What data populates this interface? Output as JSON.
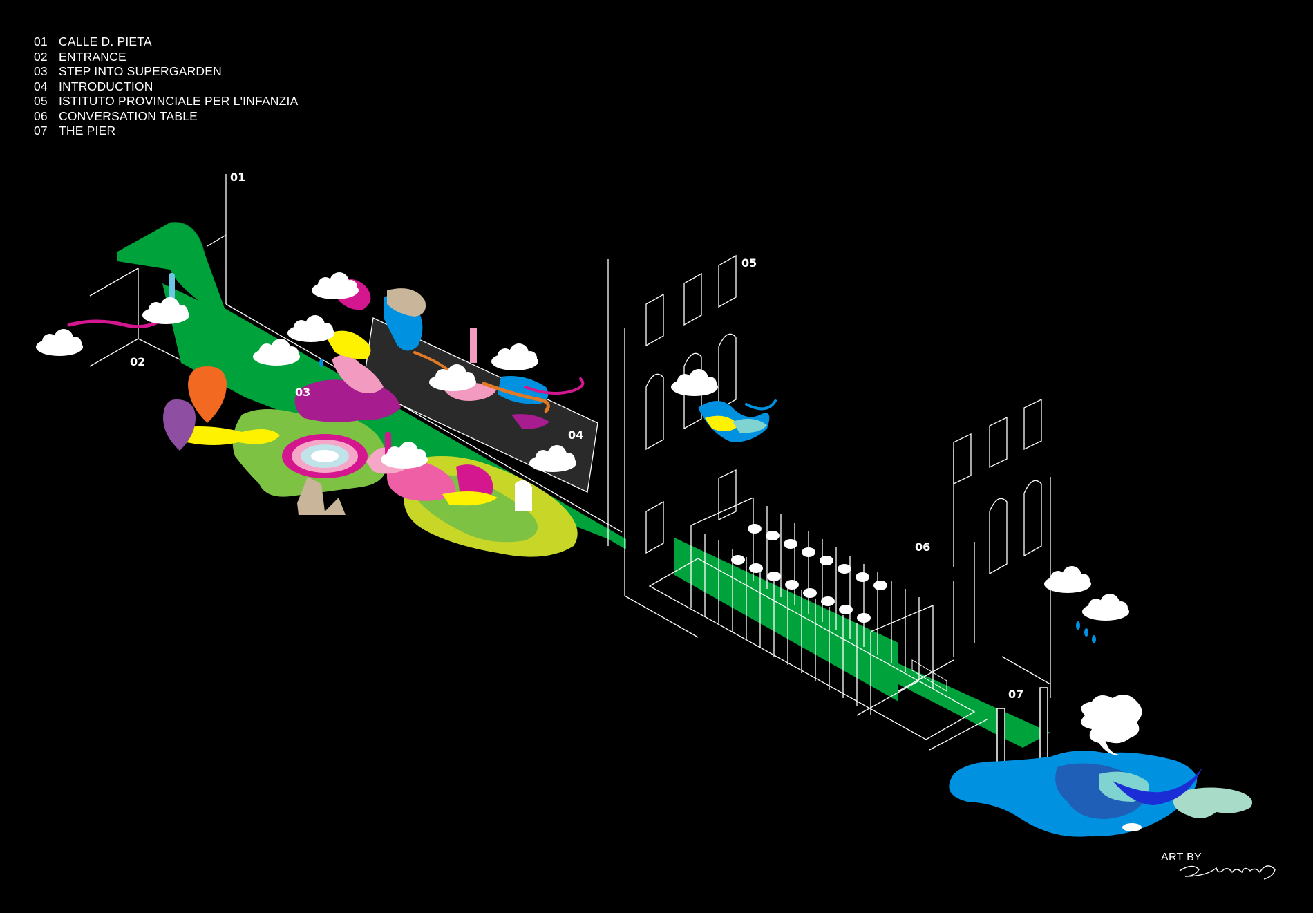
{
  "legend": [
    {
      "number": "01",
      "label": "CALLE D. PIETA"
    },
    {
      "number": "02",
      "label": "ENTRANCE"
    },
    {
      "number": "03",
      "label": "STEP INTO SUPERGARDEN"
    },
    {
      "number": "04",
      "label": "INTRODUCTION"
    },
    {
      "number": "05",
      "label": "ISTITUTO PROVINCIALE PER L'INFANZIA"
    },
    {
      "number": "06",
      "label": "CONVERSATION TABLE"
    },
    {
      "number": "07",
      "label": "THE PIER"
    }
  ],
  "map_tags": [
    "01",
    "02",
    "03",
    "04",
    "05",
    "06",
    "07"
  ],
  "credit": "ART BY",
  "colors": {
    "background": "#000000",
    "path_green": "#00A23C",
    "water_blue": "#0091E0",
    "magenta": "#D4178E",
    "yellow": "#FFF200",
    "lime": "#7DC242",
    "line": "#ffffff"
  },
  "icons": [
    "cloud-icon",
    "map-pin-icon",
    "gondola-icon",
    "signature-icon"
  ]
}
